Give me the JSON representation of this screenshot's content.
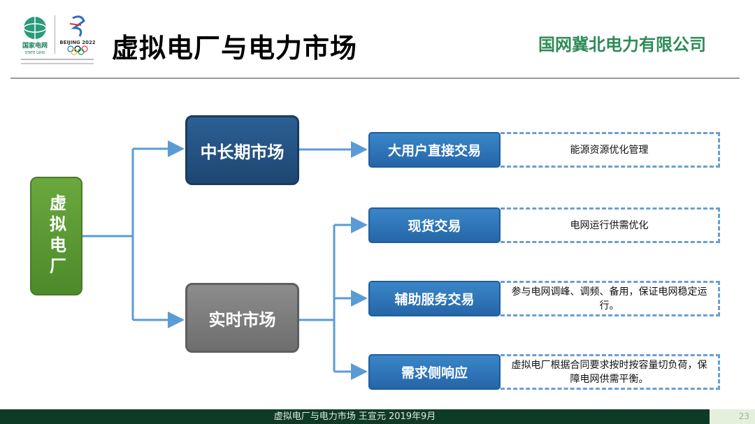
{
  "header": {
    "logo_left": "国家电网 STATE GRID",
    "logo_right": "BEIJING 2022",
    "title": "虚拟电厂与电力市场",
    "company": "国网冀北电力有限公司"
  },
  "diagram": {
    "root": "虚拟电厂",
    "branches": [
      {
        "label": "中长期市场",
        "items": [
          {
            "label": "大用户直接交易",
            "desc": "能源资源优化管理"
          }
        ]
      },
      {
        "label": "实时市场",
        "items": [
          {
            "label": "现货交易",
            "desc": "电网运行供需优化"
          },
          {
            "label": "辅助服务交易",
            "desc": "参与电网调峰、调频、备用，保证电网稳定运行。"
          },
          {
            "label": "需求侧响应",
            "desc": "虚拟电厂根据合同要求按时按容量切负荷，保障电网供需平衡。"
          }
        ]
      }
    ]
  },
  "footer": {
    "text": "虚拟电厂与电力市场 王宣元 2019年9月",
    "page": "23"
  },
  "colors": {
    "root": "#5e9a36",
    "mid1": "#1f4e79",
    "mid2": "#7f7f7f",
    "leaf": "#2e75b6",
    "connector": "#5b9bd5",
    "footer": "#0e3b26"
  }
}
